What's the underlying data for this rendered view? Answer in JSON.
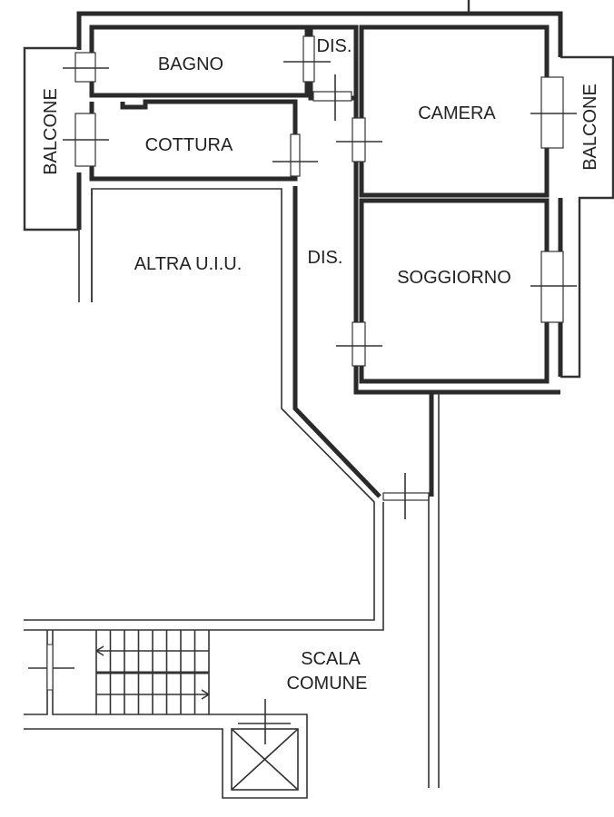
{
  "plan": {
    "rooms": {
      "bagno": "BAGNO",
      "dis_top": "DIS.",
      "camera": "CAMERA",
      "cottura": "COTTURA",
      "altra_uiu": "ALTRA U.I.U.",
      "dis_corridor": "DIS.",
      "soggiorno": "SOGGIORNO",
      "balcone_left": "BALCONE",
      "balcone_right": "BALCONE",
      "scala_line1": "SCALA",
      "scala_line2": "COMUNE"
    }
  }
}
